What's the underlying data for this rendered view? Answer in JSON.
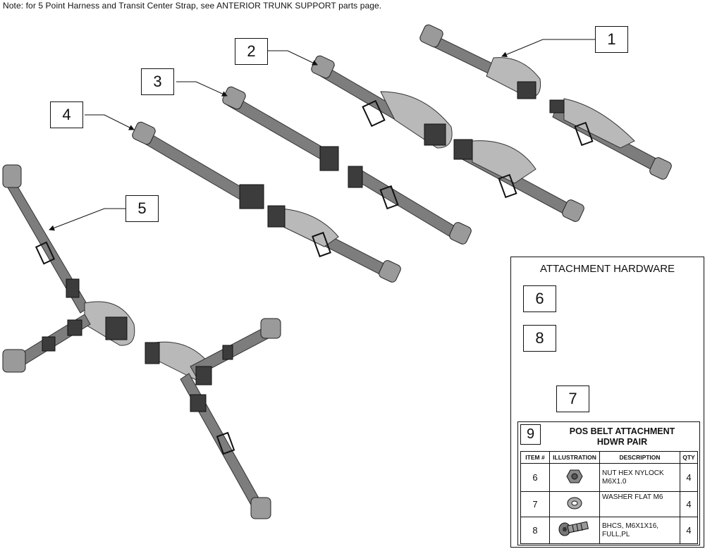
{
  "note": "Note: for 5 Point Harness and Transit Center Strap, see ANTERIOR TRUNK SUPPORT parts page.",
  "callouts": {
    "c1": "1",
    "c2": "2",
    "c3": "3",
    "c4": "4",
    "c5": "5",
    "c6": "6",
    "c7": "7",
    "c8": "8"
  },
  "hardware": {
    "title": "ATTACHMENT HARDWARE",
    "kit": {
      "item": "9",
      "title_line1": "POS BELT ATTACHMENT",
      "title_line2": "HDWR PAIR",
      "headers": [
        "ITEM #",
        "ILLUSTRATION",
        "DESCRIPTION",
        "QTY"
      ],
      "rows": [
        {
          "item": "6",
          "icon": "hex-nut-icon",
          "desc_line1": "NUT HEX NYLOCK",
          "desc_line2": "M6X1.0",
          "qty": "4"
        },
        {
          "item": "7",
          "icon": "flat-washer-icon",
          "desc_line1": "WASHER FLAT M6",
          "desc_line2": "",
          "qty": "4"
        },
        {
          "item": "8",
          "icon": "button-head-screw-icon",
          "desc_line1": "BHCS, M6X1X16,",
          "desc_line2": "FULL,PL",
          "qty": "4"
        }
      ]
    }
  },
  "colors": {
    "strap": "#7d7d7d",
    "strap_dark": "#4a4a4a",
    "pad": "#b9b9b9",
    "line": "#111111"
  }
}
